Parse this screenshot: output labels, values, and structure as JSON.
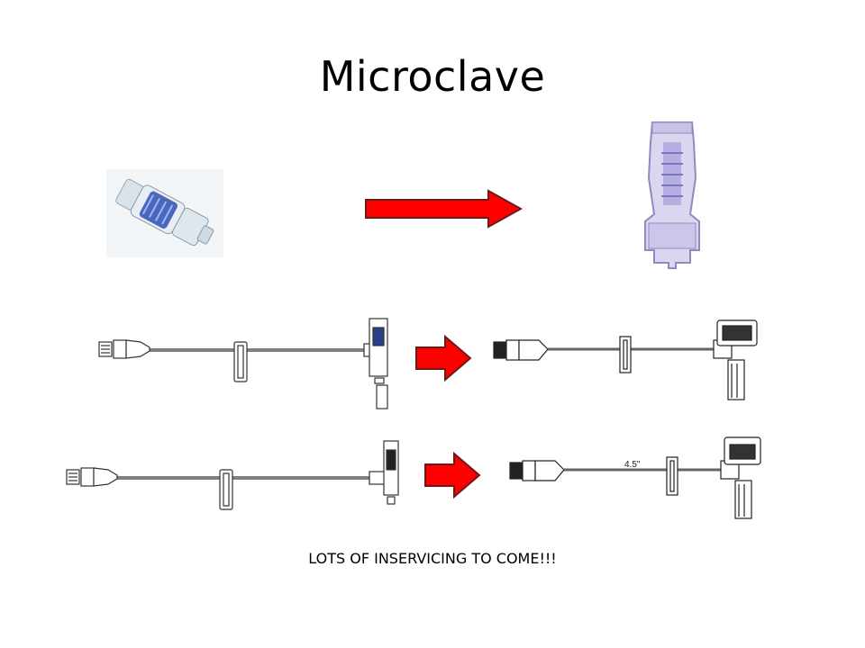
{
  "slide": {
    "title": "Microclave",
    "caption": "LOTS OF INSERVICING TO COME!!!",
    "row2_label": "4.5\"",
    "accent_arrow": "#ff0000",
    "arrow_outline": "#6b1a1a"
  },
  "images": {
    "old_connector": "blue-needleless-connector",
    "new_connector": "clear-microclave-connector",
    "old_line_1": "old-extension-set-1",
    "new_line_1": "new-extension-set-1",
    "old_line_2": "old-extension-set-2",
    "new_line_2": "new-extension-set-2"
  }
}
